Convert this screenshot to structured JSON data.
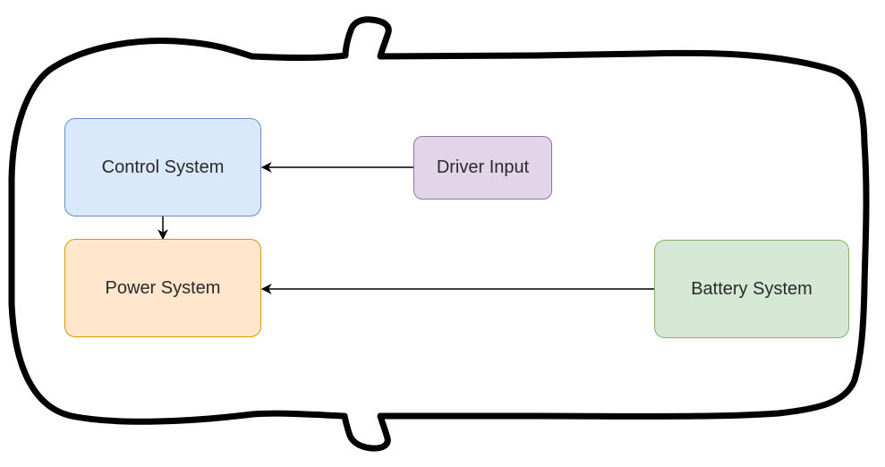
{
  "nodes": [
    {
      "id": "control",
      "label": "Control System",
      "fill": "#dae8fc",
      "stroke": "#6c8ebf"
    },
    {
      "id": "power",
      "label": "Power System",
      "fill": "#ffe6cc",
      "stroke": "#d79b00"
    },
    {
      "id": "driver",
      "label": "Driver Input",
      "fill": "#e1d5e7",
      "stroke": "#9673a6"
    },
    {
      "id": "battery",
      "label": "Battery System",
      "fill": "#d5e8d4",
      "stroke": "#82b366"
    }
  ],
  "edges": [
    {
      "from": "driver",
      "to": "control"
    },
    {
      "from": "control",
      "to": "power"
    },
    {
      "from": "battery",
      "to": "power"
    }
  ],
  "colors": {
    "outline": "#000000",
    "edge": "#000000",
    "text": "#2a2a2a"
  }
}
